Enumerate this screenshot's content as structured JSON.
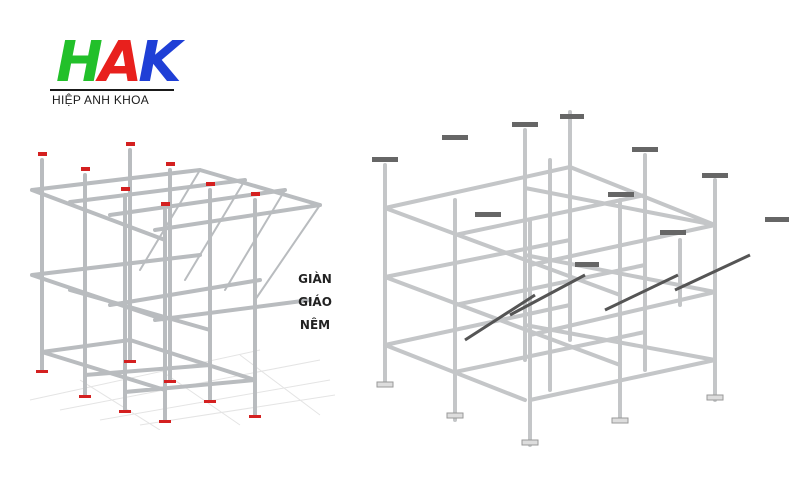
{
  "logo": {
    "letters": [
      {
        "char": "H",
        "color": "#22c02a"
      },
      {
        "char": "A",
        "color": "#e8201d"
      },
      {
        "char": "K",
        "color": "#1f3fd6"
      }
    ],
    "subtitle": "HIỆP ANH KHOA"
  },
  "caption": {
    "lines": [
      "GIÀN",
      "GIÁO",
      "NÊM"
    ]
  },
  "illustrations": [
    {
      "name": "wedge-scaffold-red-jacks",
      "accent": "#d42020",
      "pipe": "#b9bcbf"
    },
    {
      "name": "wedge-scaffold-gray-uheads",
      "accent": "#555555",
      "pipe": "#c4c6c8"
    }
  ]
}
